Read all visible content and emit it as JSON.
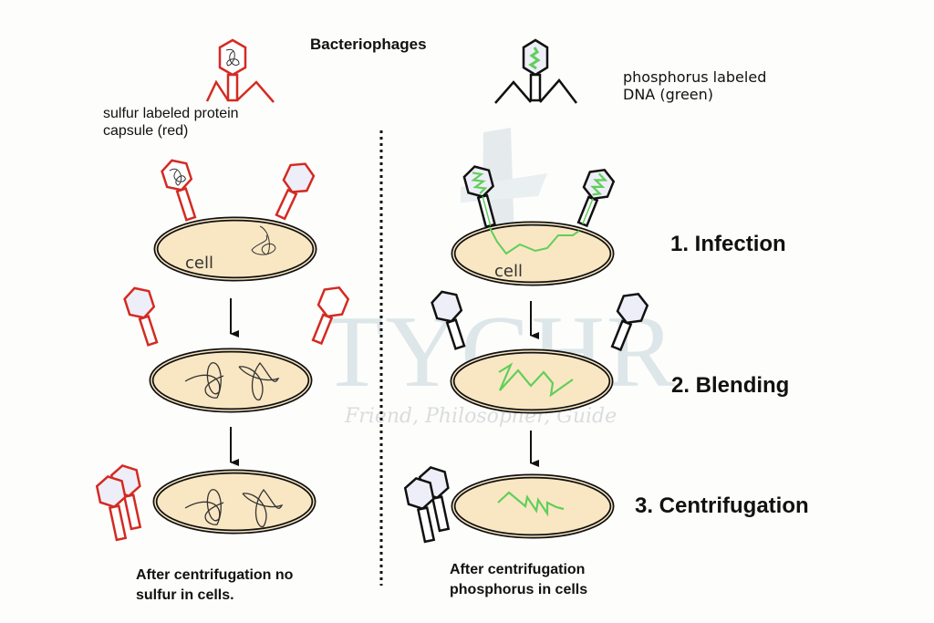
{
  "diagram": {
    "title": "Bacteriophages",
    "left_label": {
      "line1": "sulfur labeled protein",
      "line2": "capsule (red)"
    },
    "right_label": {
      "line1": "phosphorus labeled",
      "line2": "DNA  (green)"
    },
    "cell_label": "cell",
    "steps": [
      {
        "label": "1. Infection"
      },
      {
        "label": "2. Blending"
      },
      {
        "label": "3. Centrifugation"
      }
    ],
    "results": {
      "left": {
        "line1": "After centrifugation no",
        "line2": "sulfur in cells."
      },
      "right": {
        "line1": "After centrifugation",
        "line2": "phosphorus in cells"
      }
    },
    "colors": {
      "sulfur_protein": "#d42a22",
      "phosphorus_dna": "#5fcf5a",
      "cell_fill": "#f9e7c3",
      "outline": "#111111",
      "capsid_fill": "#eeeef8",
      "divider": "#111111"
    }
  },
  "watermark": {
    "brand": "TYCHR",
    "tagline": "Friend, Philosopher, Guide"
  }
}
